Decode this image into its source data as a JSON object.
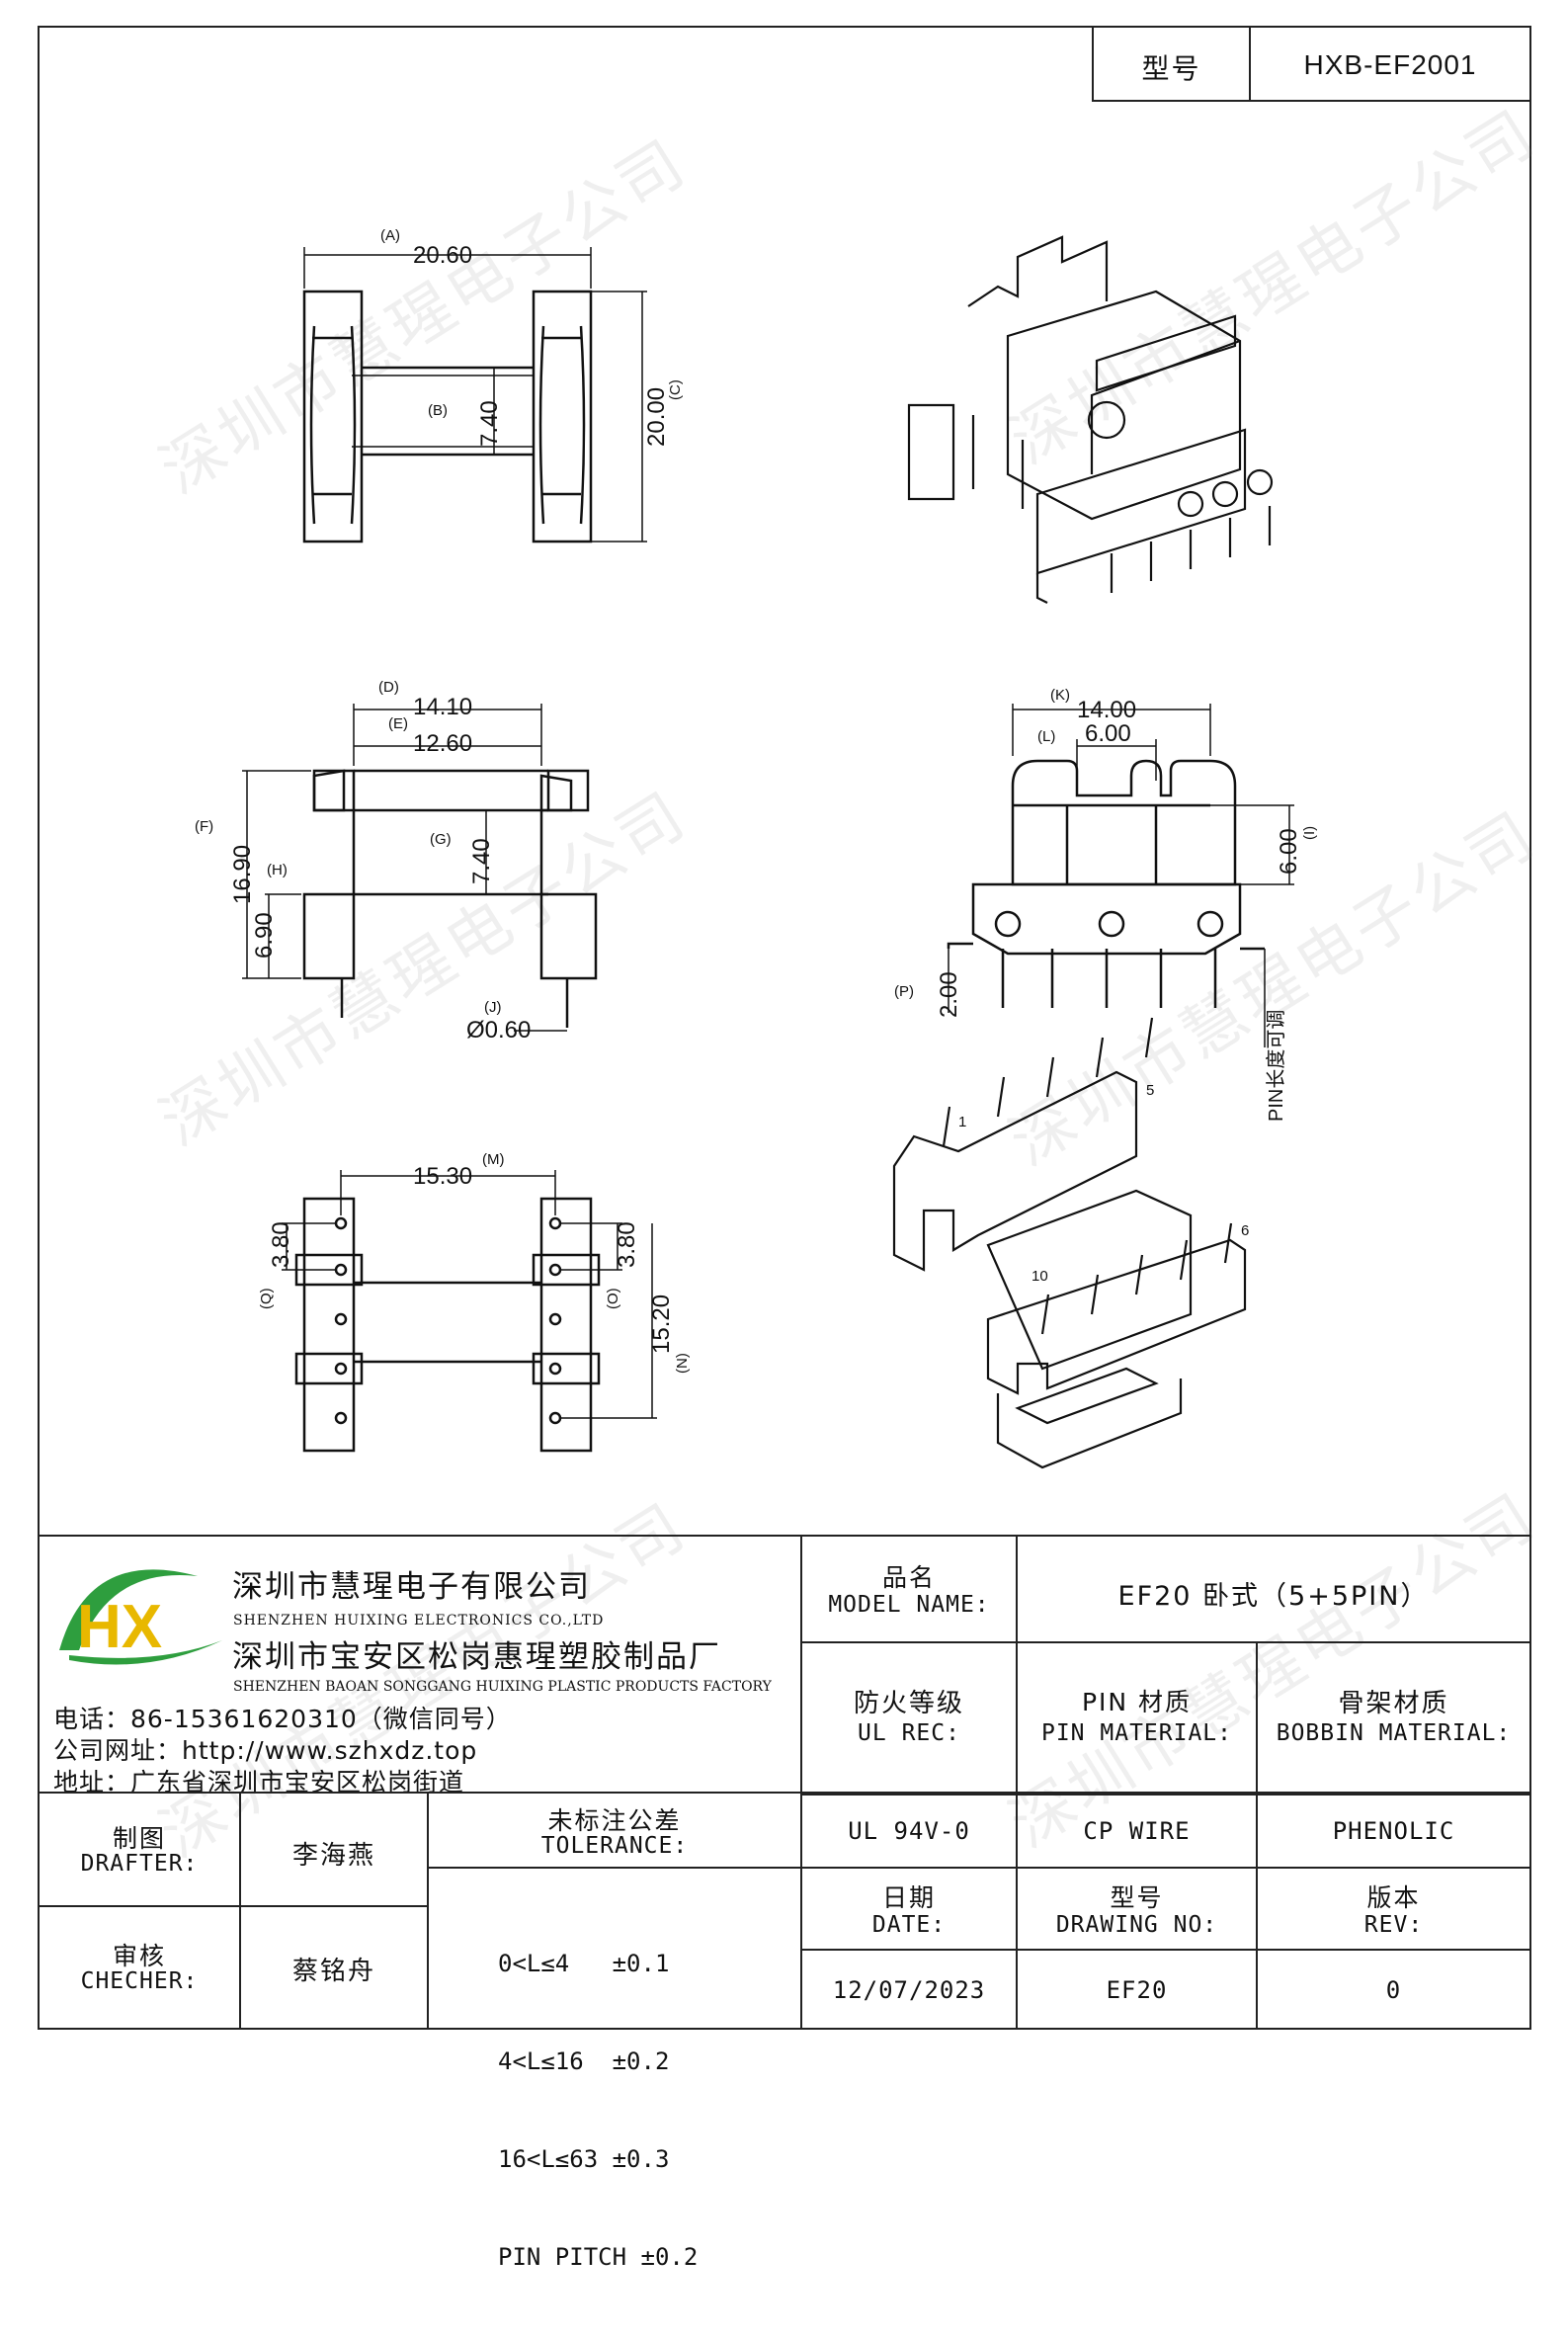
{
  "header": {
    "model_label": "型号",
    "model_value": "HXB-EF2001"
  },
  "views": {
    "top": {
      "a_label": "(A)",
      "a_value": "20.60",
      "b_label": "(B)",
      "b_value": "7.40",
      "c_label": "(C)",
      "c_value": "20.00"
    },
    "front": {
      "d_label": "(D)",
      "d_value": "14.10",
      "e_label": "(E)",
      "e_value": "12.60",
      "f_label": "(F)",
      "f_value": "16.90",
      "g_label": "(G)",
      "g_value": "7.40",
      "h_label": "(H)",
      "h_value": "6.90",
      "j_label": "(J)",
      "j_value": "Ø0.60"
    },
    "side": {
      "k_label": "(K)",
      "k_value": "14.00",
      "l_label": "(L)",
      "l_value": "6.00",
      "i_label": "(I)",
      "i_value": "6.00",
      "p_label": "(P)",
      "p_value": "2.00",
      "pin_note": "PIN长度可调"
    },
    "bottom": {
      "m_label": "(M)",
      "m_value": "15.30",
      "q_label": "(Q)",
      "q_value": "3.80",
      "o_label": "(O)",
      "o_value": "3.80",
      "n_label": "(N)",
      "n_value": "15.20"
    },
    "iso_pins": {
      "p1": "1",
      "p5": "5",
      "p6": "6",
      "p10": "10"
    }
  },
  "watermark": "深圳市慧瑆电子公司",
  "company": {
    "name_cn": "深圳市慧瑆电子有限公司",
    "name_en": "SHENZHEN HUIXING ELECTRONICS CO.,LTD",
    "factory_cn": "深圳市宝安区松岗惠瑆塑胶制品厂",
    "factory_en": "SHENZHEN BAOAN SONGGANG HUIXING PLASTIC PRODUCTS FACTORY",
    "phone": "电话：86-15361620310（微信同号）",
    "website": "公司网址：http://www.szhxdz.top",
    "address": "地址：广东省深圳市宝安区松岗街道",
    "logo_text": "HX",
    "colors": {
      "logo_green": "#2e9e3e",
      "logo_yellow": "#e8b800"
    }
  },
  "title_block": {
    "model_name_cn": "品名",
    "model_name_en": "MODEL NAME:",
    "model_name_value": "EF20 卧式（5+5PIN）",
    "ul_cn": "防火等级",
    "ul_en": "UL REC:",
    "ul_value": "UL 94V-0",
    "pin_mat_cn": "PIN 材质",
    "pin_mat_en": "PIN MATERIAL:",
    "pin_mat_value": "CP WIRE",
    "bobbin_cn": "骨架材质",
    "bobbin_en": "BOBBIN MATERIAL:",
    "bobbin_value": "PHENOLIC",
    "drafter_cn": "制图",
    "drafter_en": "DRAFTER:",
    "drafter_value": "李海燕",
    "checker_cn": "审核",
    "checker_en": "CHECHER:",
    "checker_value": "蔡铭舟",
    "tol_cn": "未标注公差",
    "tol_en": "TOLERANCE:",
    "tolerances": [
      "0<L≤4   ±0.1",
      "4<L≤16  ±0.2",
      "16<L≤63 ±0.3",
      "PIN PITCH ±0.2"
    ],
    "date_cn": "日期",
    "date_en": "DATE:",
    "date_value": "12/07/2023",
    "drawing_cn": "型号",
    "drawing_en": "DRAWING NO:",
    "drawing_value": "EF20",
    "rev_cn": "版本",
    "rev_en": "REV:",
    "rev_value": "0"
  }
}
